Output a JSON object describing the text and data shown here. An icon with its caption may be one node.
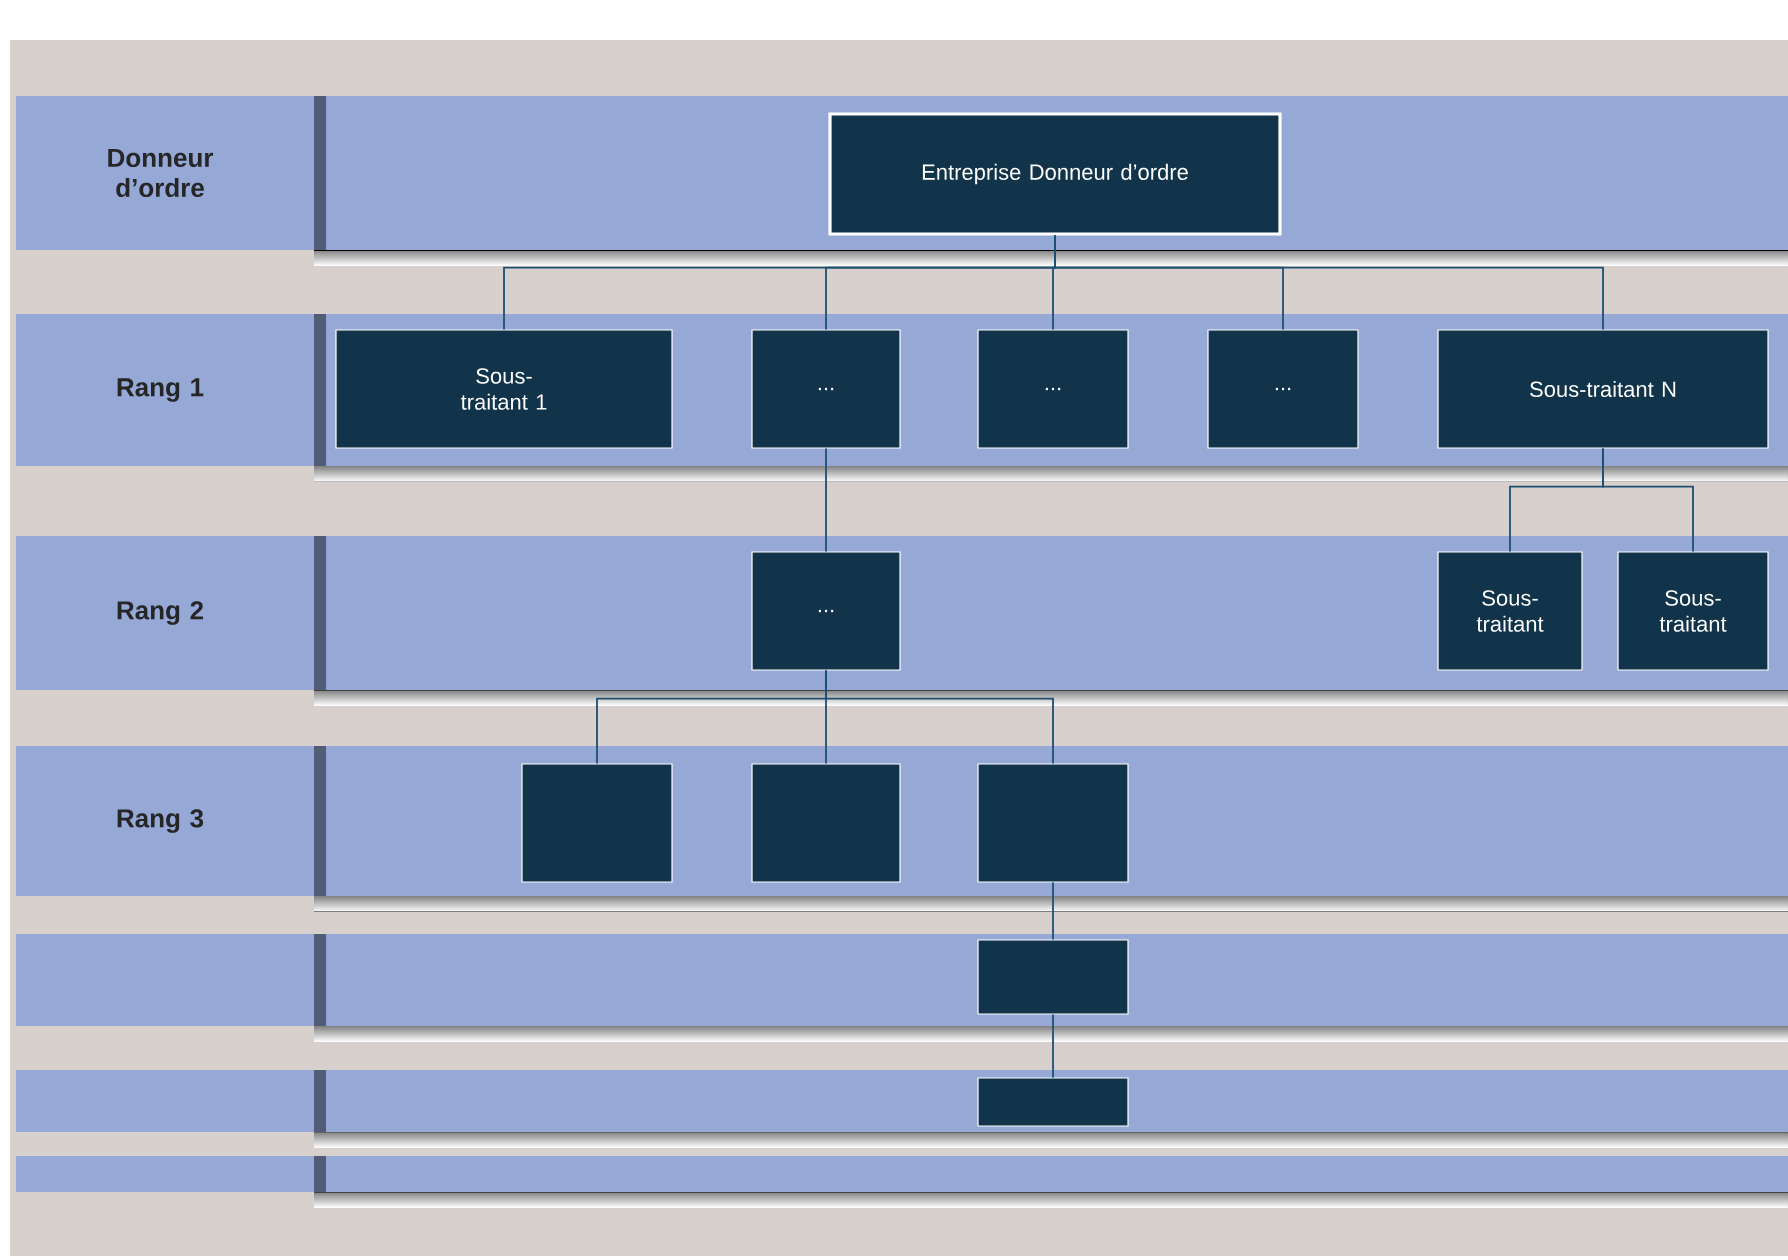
{
  "diagram": {
    "nodes": [
      {
        "text": [
          "Donneur d’ordre"
        ]
      },
      {
        "text": [
          "Entreprise Donneur d’ordre"
        ]
      },
      {
        "text": [
          "Rang 1"
        ]
      },
      {
        "text": [
          "Sous-traitant 1"
        ]
      },
      {
        "text": [
          "..."
        ]
      },
      {
        "text": [
          "..."
        ]
      },
      {
        "text": [
          "..."
        ]
      },
      {
        "text": [
          "Sous-traitant N"
        ]
      },
      {
        "text": [
          "Rang 2"
        ]
      },
      {
        "text": [
          "..."
        ]
      },
      {
        "text": [
          "Sous-traitant"
        ]
      },
      {
        "text": [
          "Sous-traitant"
        ]
      },
      {
        "text": [
          "Rang 3"
        ]
      },
      {
        "text": [],
        "shape": "box"
      },
      {
        "text": [],
        "shape": "box"
      },
      {
        "text": [],
        "shape": "box"
      },
      {
        "text": [],
        "shape": "box"
      },
      {
        "text": [],
        "shape": "box"
      }
    ],
    "edges": [
      {
        "from": 1,
        "to": 3,
        "arrow": "none"
      },
      {
        "from": 1,
        "to": 4,
        "arrow": "none"
      },
      {
        "from": 1,
        "to": 5,
        "arrow": "none"
      },
      {
        "from": 1,
        "to": 6,
        "arrow": "none"
      },
      {
        "from": 1,
        "to": 7,
        "arrow": "none"
      },
      {
        "from": 4,
        "to": 9,
        "arrow": "none"
      },
      {
        "from": 7,
        "to": 10,
        "arrow": "none"
      },
      {
        "from": 7,
        "to": 11,
        "arrow": "none"
      },
      {
        "from": 9,
        "to": 13,
        "arrow": "none"
      },
      {
        "from": 9,
        "to": 14,
        "arrow": "none"
      },
      {
        "from": 9,
        "to": 15,
        "arrow": "none"
      },
      {
        "from": 15,
        "to": 16,
        "arrow": "none"
      },
      {
        "from": 16,
        "to": 17,
        "arrow": "none"
      }
    ]
  }
}
